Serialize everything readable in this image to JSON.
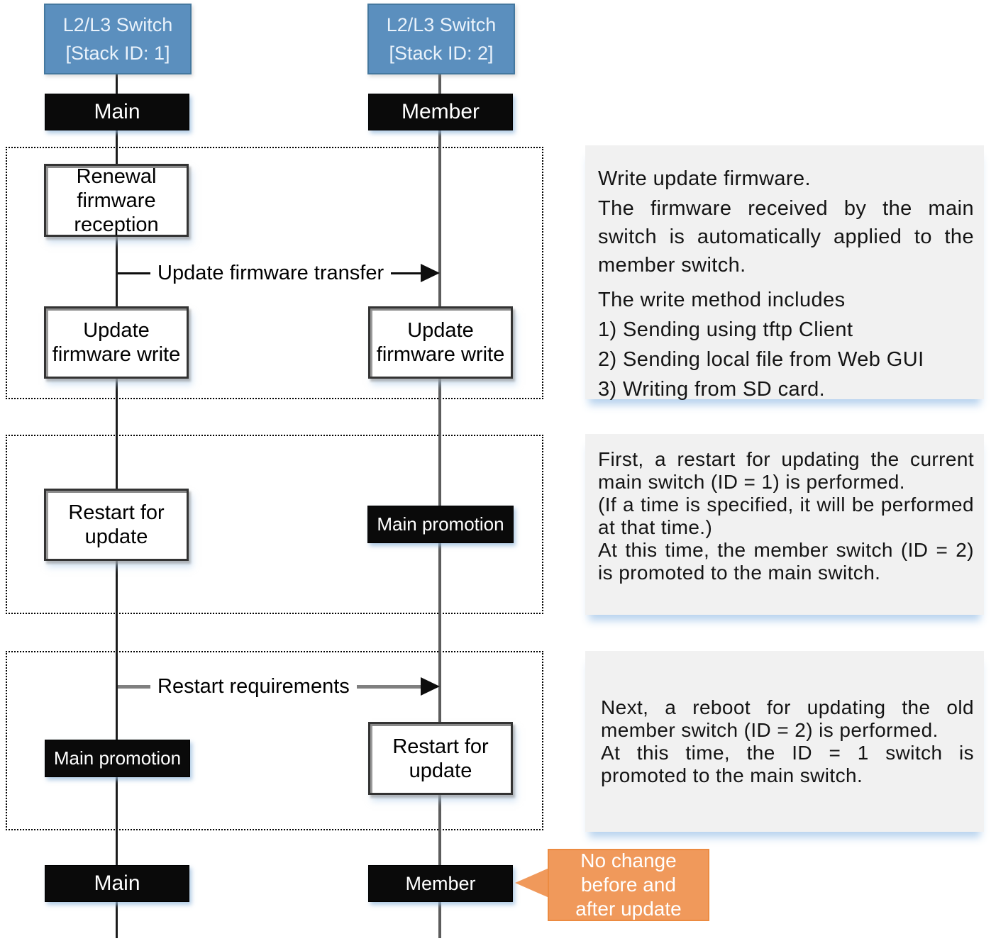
{
  "diagram": {
    "actors": [
      {
        "title": "L2/L3 Switch\n[Stack ID: 1]",
        "state_top": "Main",
        "state_bottom": "Main"
      },
      {
        "title": "L2/L3 Switch\n[Stack ID: 2]",
        "state_top": "Member",
        "state_bottom": "Member"
      }
    ],
    "phase1": {
      "box_renewal": "Renewal\nfirmware\nreception",
      "arrow_label": "Update firmware transfer",
      "box_write_left": "Update\nfirmware write",
      "box_write_right": "Update\nfirmware write"
    },
    "phase2": {
      "box_restart_left": "Restart for\nupdate",
      "box_promotion_right": "Main promotion"
    },
    "phase3": {
      "arrow_label": "Restart requirements",
      "box_promotion_left": "Main promotion",
      "box_restart_right": "Restart for\nupdate"
    },
    "callout": "No change\nbefore and\nafter update"
  },
  "notes": [
    {
      "paragraphs": [
        "Write update firmware.",
        "The firmware received by the main switch is automatically applied to the member switch.",
        "The write method includes",
        "1) Sending using tftp Client",
        "2) Sending local file from Web GUI",
        "3) Writing from SD card."
      ]
    },
    {
      "paragraphs": [
        "First, a restart for updating the current main switch (ID = 1) is performed.",
        "(If a time is specified, it will be performed at that time.)",
        "At this time, the member switch (ID = 2) is promoted to the main switch."
      ]
    },
    {
      "paragraphs": [
        "Next, a reboot for updating the old member switch (ID = 2) is performed.",
        "At this time, the ID = 1 switch is promoted to the main switch."
      ]
    }
  ],
  "colors": {
    "header_blue": "#5B8FBE",
    "state_black": "#0A0A0A",
    "note_gray": "#F1F1F1",
    "callout_orange": "#F0995B"
  }
}
